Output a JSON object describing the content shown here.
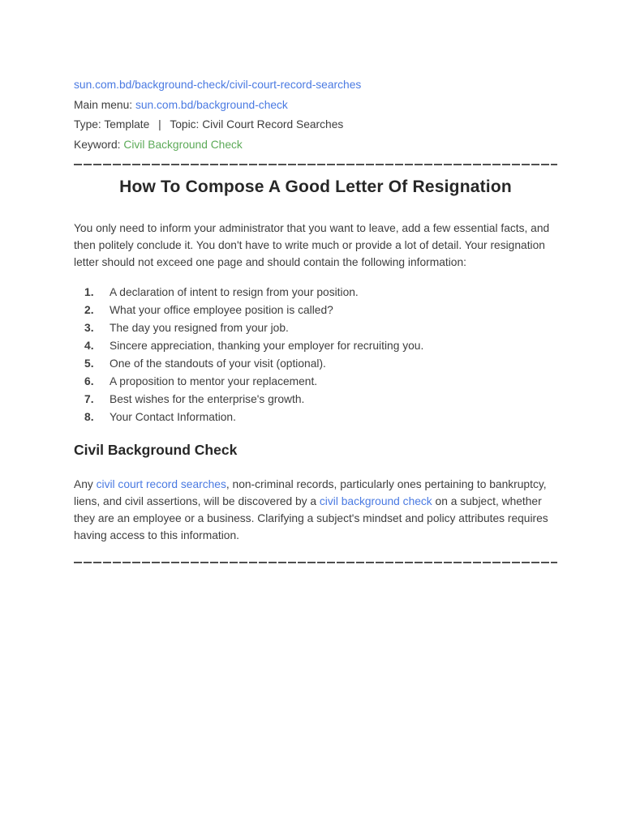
{
  "document": {
    "header": {
      "url": "sun.com.bd/background-check/civil-court-record-searches",
      "main_menu_prefix": "Main menu:",
      "main_menu_link": "sun.com.bd/background-check",
      "type": "Type: Template",
      "pipe": "|",
      "topic": "Topic: Civil Court Record Searches",
      "keyword_prefix": "Keyword:",
      "keyword": "Civil Background Check"
    },
    "title": "How To Compose A Good Letter Of Resignation",
    "intro": "You only need to inform your administrator that you want to leave, add a few essential facts, and then politely conclude it. You don't have to write much or provide a lot of detail. Your resignation letter should not exceed one page and should contain the following information:",
    "list": [
      "A declaration of intent to resign from your position.",
      "What your office employee position is called?",
      "The day you resigned from your job.",
      "Sincere appreciation, thanking your employer for recruiting you.",
      "One of the standouts of your visit (optional).",
      "A proposition to mentor your replacement.",
      "Best wishes for the enterprise's growth.",
      "Your Contact Information."
    ],
    "section": {
      "heading": "Civil Background Check",
      "paragraph_segments": [
        {
          "text": "Any ",
          "type": "text"
        },
        {
          "text": "civil court record searches",
          "type": "link"
        },
        {
          "text": ", non-criminal records, particularly ones pertaining to bankruptcy, liens, and civil assertions, will be discovered by a ",
          "type": "text"
        },
        {
          "text": "civil background check",
          "type": "link"
        },
        {
          "text": " on a subject, whether they are an employee or a business. Clarifying a subject's mindset and policy attributes requires having access to this information.",
          "type": "text"
        }
      ]
    },
    "colors": {
      "link": "#4a7ae2",
      "keyword": "#5caa58",
      "text": "#3d3d3d",
      "heading": "#272727",
      "divider": "#4f4f4f"
    }
  }
}
